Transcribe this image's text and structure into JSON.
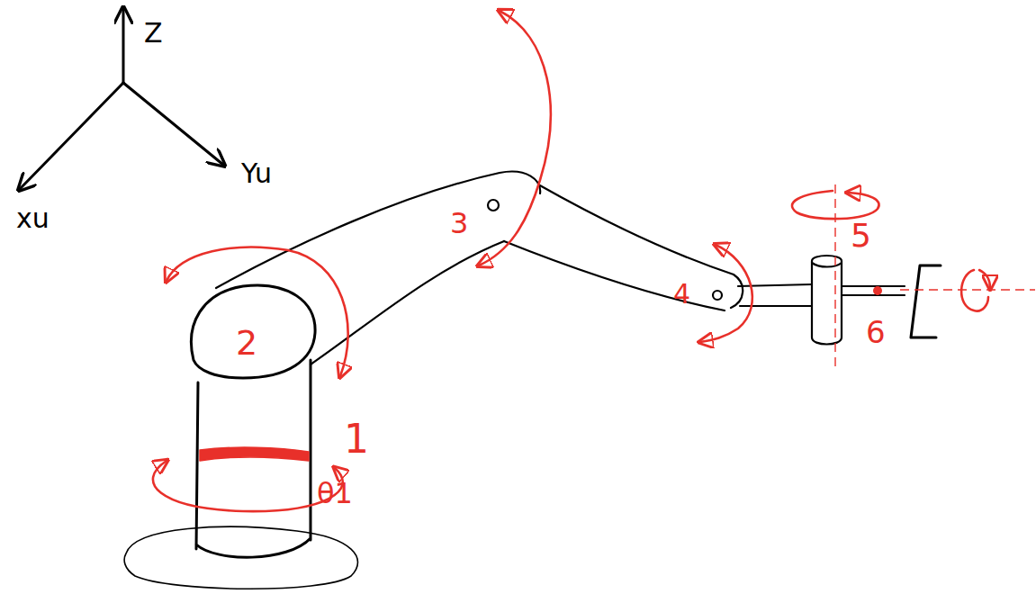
{
  "diagram": {
    "labels": [
      "Z",
      "Yu",
      "xu",
      "2",
      "1",
      "θ1",
      "3",
      "4",
      "5",
      "6"
    ]
  }
}
